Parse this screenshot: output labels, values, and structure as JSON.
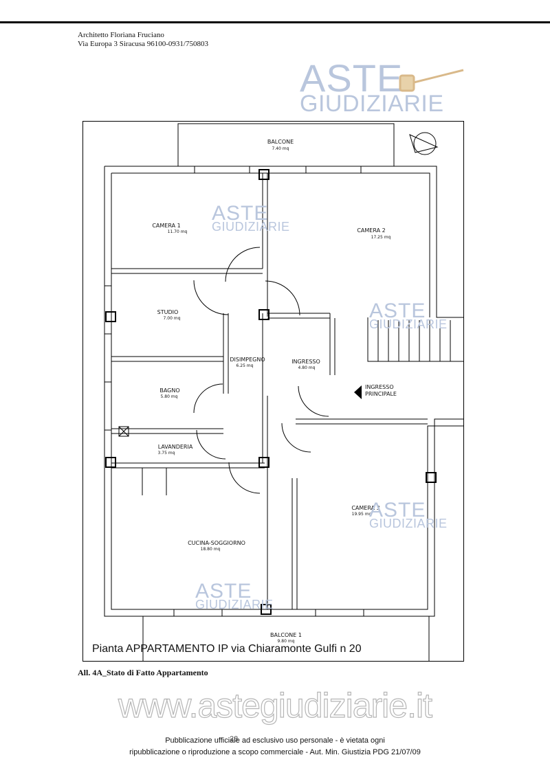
{
  "header": {
    "line1": "Architetto Floriana Fruciano",
    "line2": "Via  Europa 3 Siracusa 96100-0931/750803"
  },
  "watermark": {
    "word1": "ASTE",
    "word2": "GIUDIZIARIE",
    "color": "#b9c6dd",
    "icon": "gavel-icon"
  },
  "plan": {
    "title": "Pianta APPARTAMENTO IP via Chiaramonte Gulfi n 20",
    "rooms": [
      {
        "name": "BALCONE",
        "area": "7.40 mq"
      },
      {
        "name": "CAMERA 1",
        "area": "11.70 mq"
      },
      {
        "name": "CAMERA 2",
        "area": "17.25 mq"
      },
      {
        "name": "STUDIO",
        "area": "7.00 mq"
      },
      {
        "name": "DISIMPEGNO",
        "area": "6.25 mq"
      },
      {
        "name": "INGRESSO",
        "area": "4.80 mq"
      },
      {
        "name": "BAGNO",
        "area": "5.80 mq"
      },
      {
        "name": "LAVANDERIA",
        "area": "3.75 mq"
      },
      {
        "name": "CAMERA 3",
        "area": "19.95 mq"
      },
      {
        "name": "CUCINA-SOGGIORNO",
        "area": "18.80 mq"
      },
      {
        "name": "BALCONE 1",
        "area": "9.80 mq"
      }
    ],
    "entrance_line1": "INGRESSO",
    "entrance_line2": "PRINCIPALE"
  },
  "caption": "All. 4A_Stato di Fatto Appartamento",
  "website": "www.astegiudiziarie.it",
  "footer": {
    "line1": "Pubblicazione ufficiale ad esclusivo uso personale - è vietata ogni",
    "line2": "ripubblicazione o riproduzione a scopo commerciale - Aut. Min. Giustizia PDG 21/07/09",
    "page": "23"
  }
}
